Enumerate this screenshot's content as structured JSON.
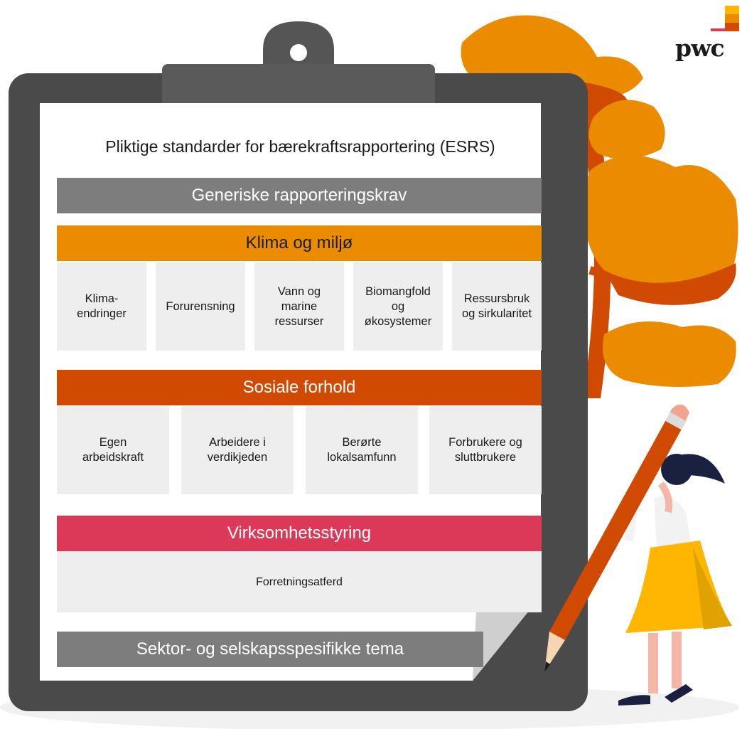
{
  "brand": {
    "logo_text": "pwc"
  },
  "clipboard": {
    "title": "Pliktige standarder for bærekraftsrapportering (ESRS)",
    "general_band": "Generiske rapporteringskrav",
    "environment": {
      "band": "Klima og miljø",
      "items": [
        "Klima-\nendringer",
        "Forurensning",
        "Vann og\nmarine\nressurser",
        "Biomangfold\nog\nøkosystemer",
        "Ressursbruk\nog sirkularitet"
      ]
    },
    "social": {
      "band": "Sosiale forhold",
      "items": [
        "Egen\narbeidskraft",
        "Arbeidere i\nverdikjeden",
        "Berørte\nlokalsamfunn",
        "Forbrukere og\nsluttbrukere"
      ]
    },
    "governance": {
      "band": "Virksomhetsstyring",
      "item": "Forretningsatferd"
    },
    "sector_band": "Sektor- og selskapsspesifikke tema"
  },
  "colors": {
    "board": "#4a4a4a",
    "grey_band": "#7d7d7d",
    "environment": "#eb8c00",
    "social": "#d04a02",
    "governance": "#dc3958",
    "card": "#eeeeee"
  }
}
